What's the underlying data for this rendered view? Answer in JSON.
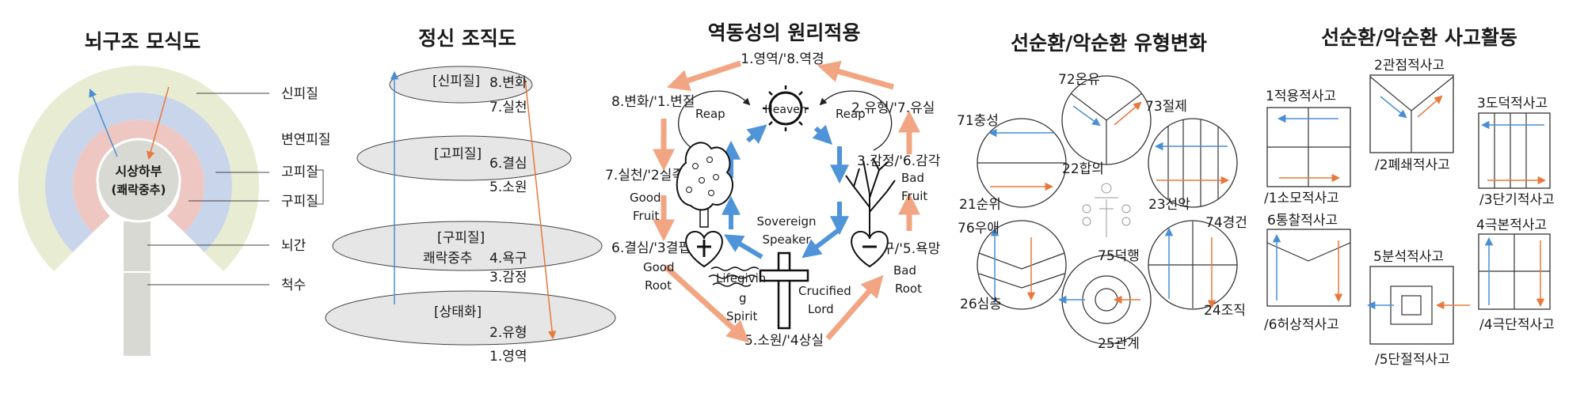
{
  "panel1": {
    "title": "뇌구조 모식도",
    "center_line1": "시상하부",
    "center_line2": "(쾌락중추)",
    "labels": [
      "신피질",
      "변연피질",
      "고피질",
      "구피질",
      "뇌간",
      "척수"
    ],
    "colors": {
      "outer": "#e8ecd2",
      "middle": "#c9d5ea",
      "inner": "#eec7c2",
      "core": "#d9d9d4",
      "blue": "#4a8fd4",
      "orange": "#e8793c"
    }
  },
  "panel2": {
    "title": "정신 조직도",
    "layers": [
      {
        "tag": "[신피질]",
        "a": "8.변화",
        "b": "7.실천"
      },
      {
        "tag": "[고피질]",
        "a": "6.결심",
        "b": "5.소원"
      },
      {
        "tag": "[구피질]",
        "tag2": "쾌락중추",
        "a": "4.욕구",
        "b": "3.감정"
      },
      {
        "tag": "[상태화]",
        "a": "2.유형",
        "b": "1.영역"
      }
    ]
  },
  "panel3": {
    "title": "역동성의 원리적용",
    "top": "1.영역/'8.역경",
    "left_top": "8.변화/'1.변질",
    "right_top": "2.유형/'7.유실",
    "left_mid": "7.실천/'2실족",
    "right_mid": "3.감정/'6.감각",
    "left_low": "6.결심/'3결핍",
    "right_low": "4.욕구/'5.욕망",
    "bottom": "5.소원/'4상실",
    "reap": "Reap",
    "heaven": "Heaven",
    "good_fruit": [
      "Good",
      "Fruit"
    ],
    "bad_fruit": [
      "Bad",
      "Fruit"
    ],
    "good_root": [
      "Good",
      "Root"
    ],
    "bad_root": [
      "Bad",
      "Root"
    ],
    "sovereign": [
      "Sovereign",
      "Speaker"
    ],
    "crucified": [
      "Crucified",
      "Lord"
    ],
    "spirit": [
      "Lifegivin",
      "g",
      "Spirit"
    ]
  },
  "panel4": {
    "title": "선순환/악순환 유형변화",
    "labels": [
      "71충성",
      "72온유",
      "73절제",
      "22합의",
      "21순위",
      "23선악",
      "76우애",
      "74경건",
      "75덕행",
      "26심층",
      "24조직",
      "25관계"
    ]
  },
  "panel5": {
    "title": "선순환/악순환 사고활동",
    "labels": [
      "1적용적사고",
      "2관점적사고",
      "3도덕적사고",
      "/1소모적사고",
      "/2폐쇄적사고",
      "/3단기적사고",
      "6통찰적사고",
      "4극본적사고",
      "5분석적사고",
      "/6허상적사고",
      "/4극단적사고",
      "/5단절적사고"
    ]
  }
}
